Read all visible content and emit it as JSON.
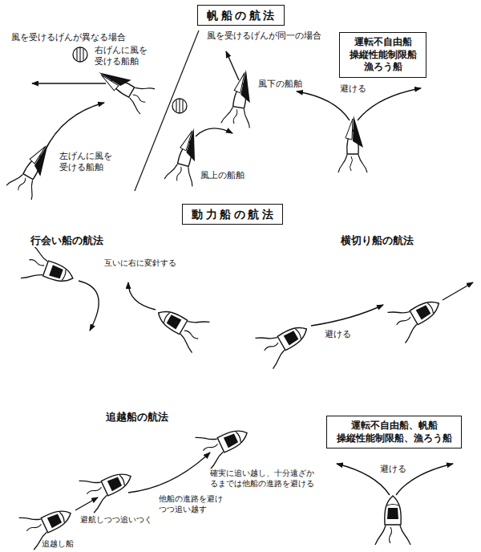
{
  "diagram": {
    "nodes": [
      {
        "text": [
          "帆船の航法"
        ]
      },
      {
        "text": [
          "運転不自由船 操縦性能制限船 漁ろう船"
        ]
      },
      {
        "text": [
          "動力船の航法"
        ]
      },
      {
        "text": [
          "運転不自由船、帆船 操縦性能制限船、漁ろう船"
        ]
      }
    ],
    "labels": [
      "風を受けるげんが異なる場合",
      "右げんに風を受ける船舶",
      "左げんに風を受ける船舶",
      "風を受けるげんが同一の場合",
      "風下の船舶",
      "風上の船舶",
      "避ける",
      "行会い船の航法",
      "互いに右に変針する",
      "横切り船の航法",
      "避ける",
      "追越船の航法",
      "確実に追い越し、十分遠ざかるまでは他船の進路を避ける",
      "他船の進路を避けつつ追い越す",
      "避航しつつ追いつく",
      "追越し船",
      "避ける"
    ]
  }
}
